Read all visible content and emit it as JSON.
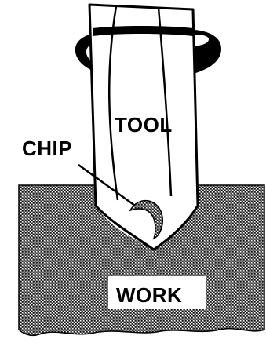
{
  "labels": {
    "tool": "TOOL",
    "chip": "CHIP",
    "work": "WORK"
  },
  "icons": {
    "rotation": "rotation-arrow-icon"
  },
  "colors": {
    "ink": "#000000",
    "work_fill": "#6e6e6e",
    "label_box": "#ffffff"
  }
}
